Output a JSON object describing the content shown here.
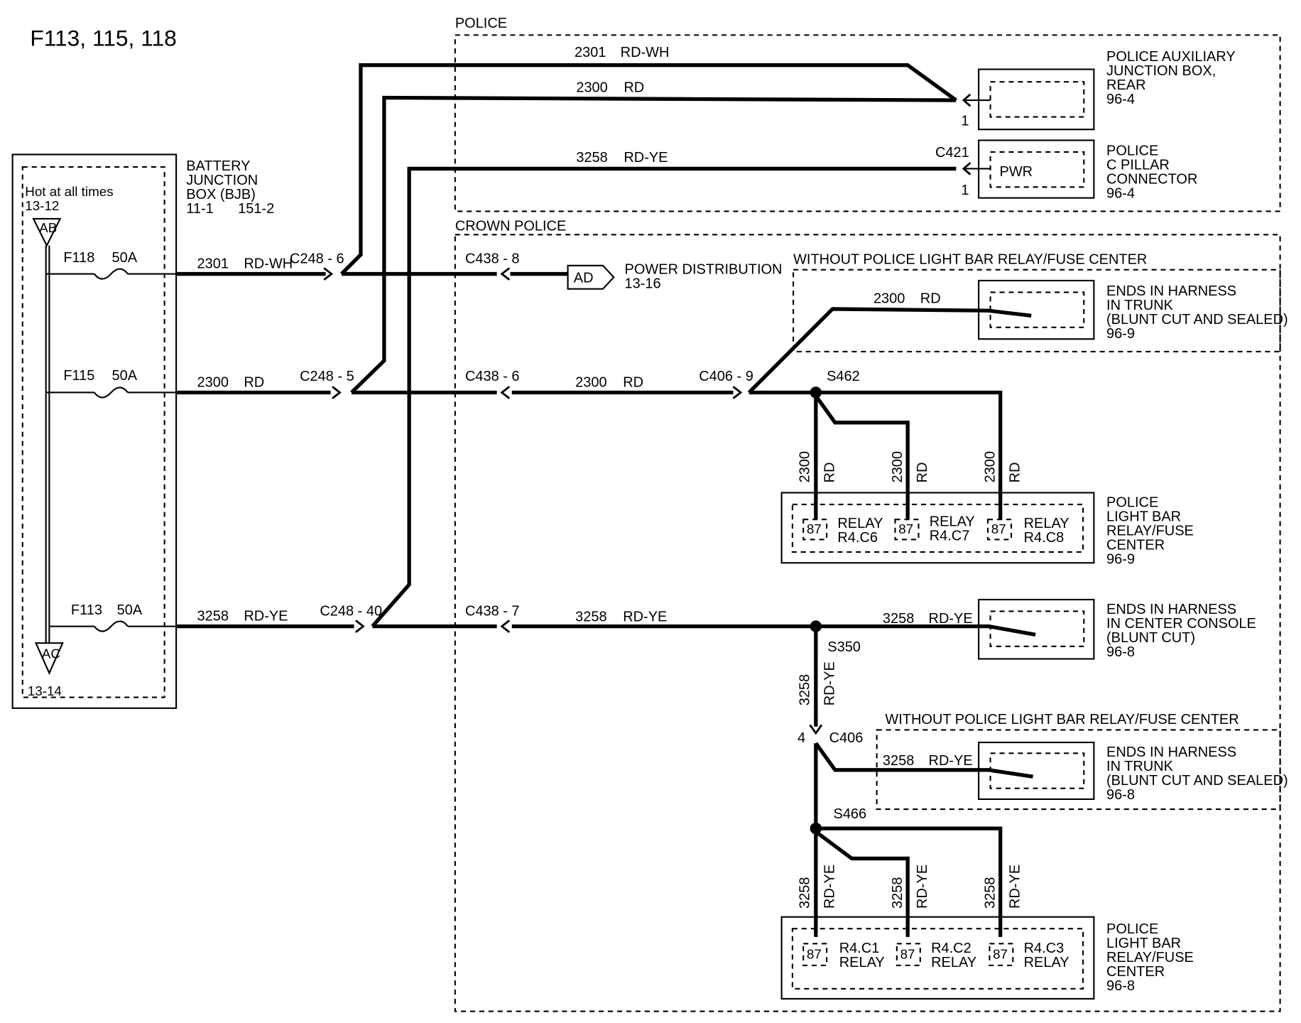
{
  "title": "F113, 115, 118",
  "regions": {
    "police": "POLICE",
    "crown_police": "CROWN POLICE",
    "without_relay_1": "WITHOUT POLICE LIGHT BAR RELAY/FUSE CENTER",
    "without_relay_2": "WITHOUT POLICE LIGHT BAR RELAY/FUSE CENTER"
  },
  "bjb": {
    "name_lines": [
      "BATTERY",
      "JUNCTION",
      "BOX (BJB)"
    ],
    "refs": [
      "11-1",
      "151-2"
    ],
    "hot": "Hot at all times",
    "hot_ref": "13-12",
    "bus_top": "AB",
    "bus_bottom": "AC",
    "bottom_ref": "13-14"
  },
  "fuses": [
    {
      "id": "F118",
      "rating": "50A"
    },
    {
      "id": "F115",
      "rating": "50A"
    },
    {
      "id": "F113",
      "rating": "50A"
    }
  ],
  "circuits": {
    "c2301": "2301",
    "rdwh": "RD-WH",
    "c2300": "2300",
    "rd": "RD",
    "c3258": "3258",
    "rdye": "RD-YE"
  },
  "connectors": {
    "c248_6": "C248 - 6",
    "c248_5": "C248 - 5",
    "c248_40": "C248 - 40",
    "c438_8": "C438 - 8",
    "c438_6": "C438 - 6",
    "c438_7": "C438 - 7",
    "c406_9": "C406 - 9",
    "c406": "C406",
    "c406_pin": "4",
    "c421": "C421",
    "pin1a": "1",
    "pin1b": "1"
  },
  "splices": {
    "s462": "S462",
    "s350": "S350",
    "s466": "S466"
  },
  "power_dist": {
    "tag": "AD",
    "label": "POWER DISTRIBUTION",
    "ref": "13-16"
  },
  "components": {
    "aux_box": [
      "POLICE AUXILIARY",
      "JUNCTION BOX,",
      "REAR",
      "96-4"
    ],
    "c_pillar": [
      "POLICE",
      "C PILLAR",
      "CONNECTOR",
      "96-4"
    ],
    "pwr": "PWR",
    "trunk1": [
      "ENDS IN HARNESS",
      "IN TRUNK",
      "(BLUNT CUT AND SEALED)",
      "96-9"
    ],
    "lightbar1": [
      "POLICE",
      "LIGHT BAR",
      "RELAY/FUSE",
      "CENTER",
      "96-9"
    ],
    "console": [
      "ENDS IN HARNESS",
      "IN CENTER CONSOLE",
      "(BLUNT CUT)",
      "96-8"
    ],
    "trunk2": [
      "ENDS IN HARNESS",
      "IN TRUNK",
      "(BLUNT CUT AND SEALED)",
      "96-8"
    ],
    "lightbar2": [
      "POLICE",
      "LIGHT BAR",
      "RELAY/FUSE",
      "CENTER",
      "96-8"
    ]
  },
  "relays_top": [
    {
      "pin": "87",
      "l1": "RELAY",
      "l2": "R4.C6"
    },
    {
      "pin": "87",
      "l1": "RELAY",
      "l2": "R4.C7"
    },
    {
      "pin": "87",
      "l1": "RELAY",
      "l2": "R4.C8"
    }
  ],
  "relays_bottom": [
    {
      "pin": "87",
      "l1": "R4.C1",
      "l2": "RELAY"
    },
    {
      "pin": "87",
      "l1": "R4.C2",
      "l2": "RELAY"
    },
    {
      "pin": "87",
      "l1": "R4.C3",
      "l2": "RELAY"
    }
  ]
}
